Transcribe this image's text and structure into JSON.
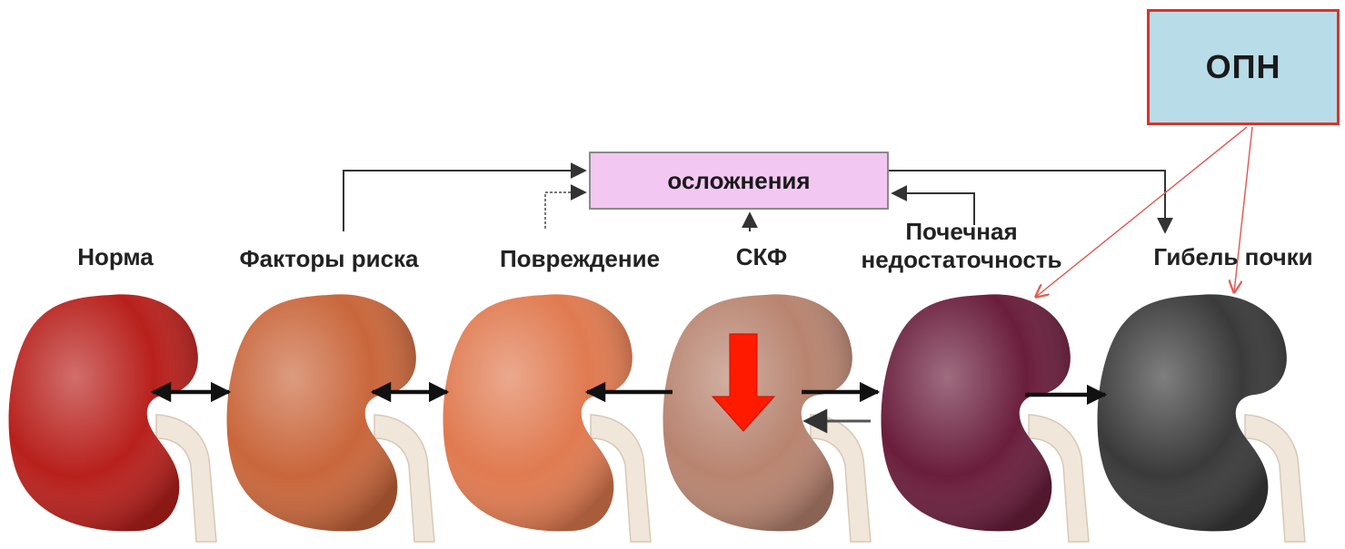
{
  "diagram": {
    "opn_label": "ОПН",
    "complications_label": "осложнения",
    "stages": [
      {
        "label": "Норма",
        "color": "#b8201c"
      },
      {
        "label": "Факторы риска",
        "color": "#c9663b"
      },
      {
        "label": "Повреждение",
        "color": "#e07a50"
      },
      {
        "label": "СКФ",
        "color": "#b88470"
      },
      {
        "label": "Почечная\nнедостаточность",
        "color": "#6a1e3c"
      },
      {
        "label": "Гибель почки",
        "color": "#3a3a3a"
      }
    ],
    "colors": {
      "opn_box_fill": "#b8dce8",
      "opn_box_border": "#d8342c",
      "complications_box_fill": "#f2c8f2",
      "gfr_down_arrow": "#ff1a00",
      "arrow": "#111111",
      "opn_pointer": "#e0605a"
    }
  }
}
